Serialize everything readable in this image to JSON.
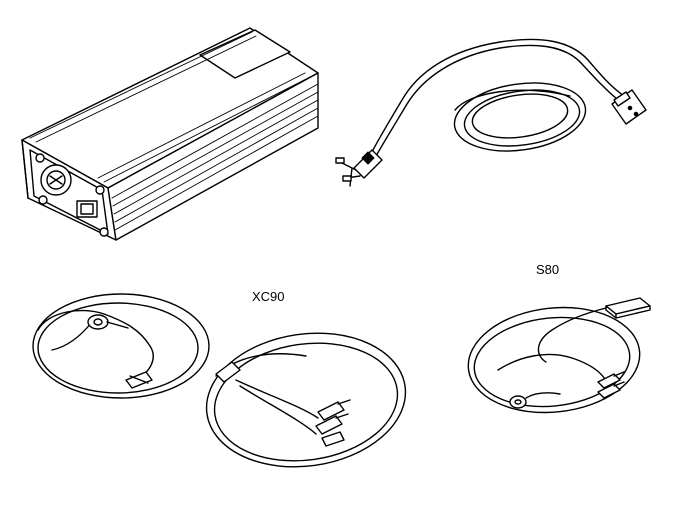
{
  "labels": {
    "xc90": "XC90",
    "s80": "S80"
  },
  "illustration": {
    "components": [
      "charger-unit",
      "mains-power-cord",
      "xc90-cable-set",
      "s80-cable-set"
    ]
  }
}
